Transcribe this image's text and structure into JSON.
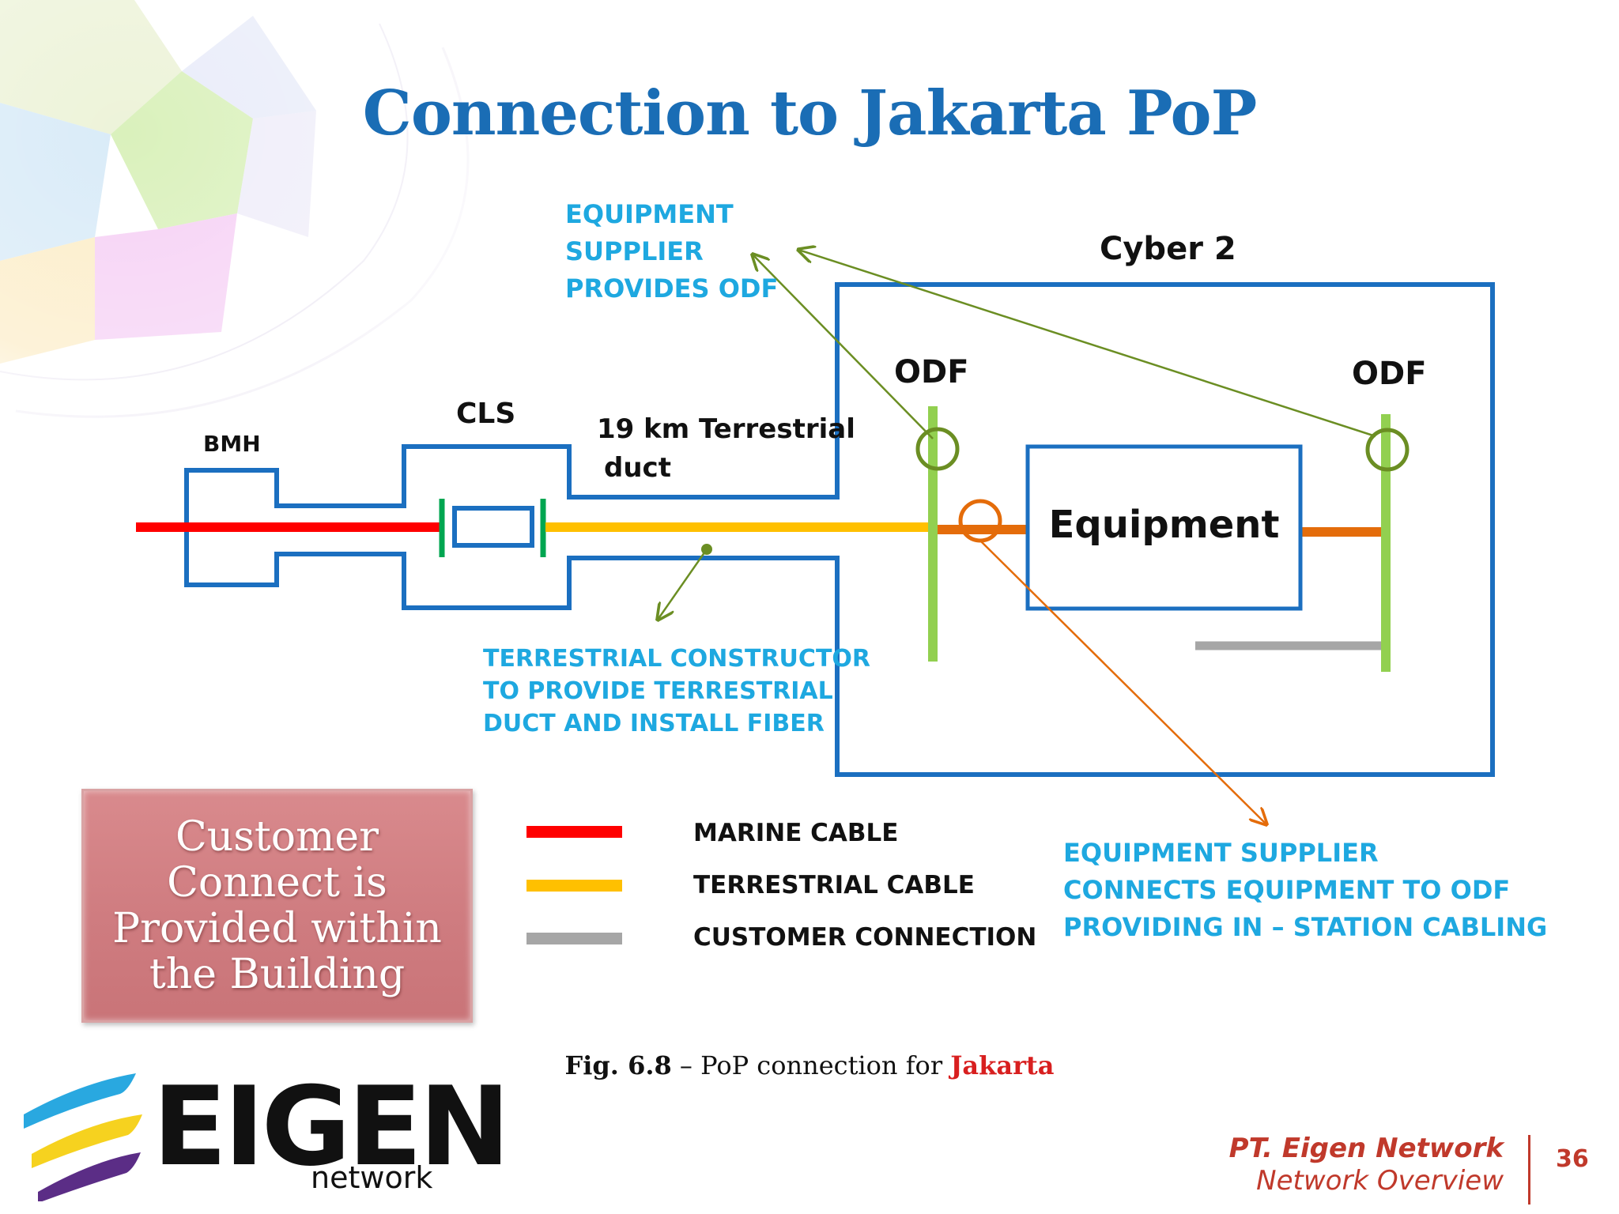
{
  "slide": {
    "title": "Connection to Jakarta PoP",
    "diagram": {
      "bmh_label": "BMH",
      "cls_label": "CLS",
      "duct_line1": "19 km Terrestrial",
      "duct_line2": "duct",
      "building_label": "Cyber 2",
      "odf_left_label": "ODF",
      "odf_right_label": "ODF",
      "equipment_label": "Equipment",
      "callout_odf": [
        "EQUIPMENT",
        "SUPPLIER",
        "PROVIDES ODF"
      ],
      "callout_terrestrial": [
        "TERRESTRIAL CONSTRUCTOR",
        "TO PROVIDE TERRESTRIAL",
        "DUCT AND INSTALL FIBER"
      ],
      "callout_equipment": [
        "EQUIPMENT SUPPLIER",
        "CONNECTS EQUIPMENT TO ODF",
        "PROVIDING IN – STATION CABLING"
      ]
    },
    "legend": [
      {
        "label": "MARINE CABLE",
        "color": "#ff0000"
      },
      {
        "label": "TERRESTRIAL CABLE",
        "color": "#ffc000"
      },
      {
        "label": "CUSTOMER CONNECTION",
        "color": "#a6a6a6"
      }
    ],
    "note_box": [
      "Customer",
      "Connect is",
      "Provided within",
      "the Building"
    ],
    "caption": {
      "fig_label": "Fig. 6.8",
      "dash": " – ",
      "text": "PoP connection for ",
      "highlight": "Jakarta"
    },
    "footer": {
      "company": "PT. Eigen Network",
      "subtitle": "Network Overview",
      "page": "36"
    },
    "logo": {
      "word": "EIGEN",
      "sub": "network"
    },
    "colors": {
      "title": "#1a6db5",
      "box_outline": "#1b6fc0",
      "odf_bar": "#92d050",
      "in_station": "#e46c0a",
      "callout_text": "#1ea8e0",
      "arrow_olive": "#6b8e23",
      "note_box": "#d0797d",
      "footer": "#c0392b"
    }
  }
}
